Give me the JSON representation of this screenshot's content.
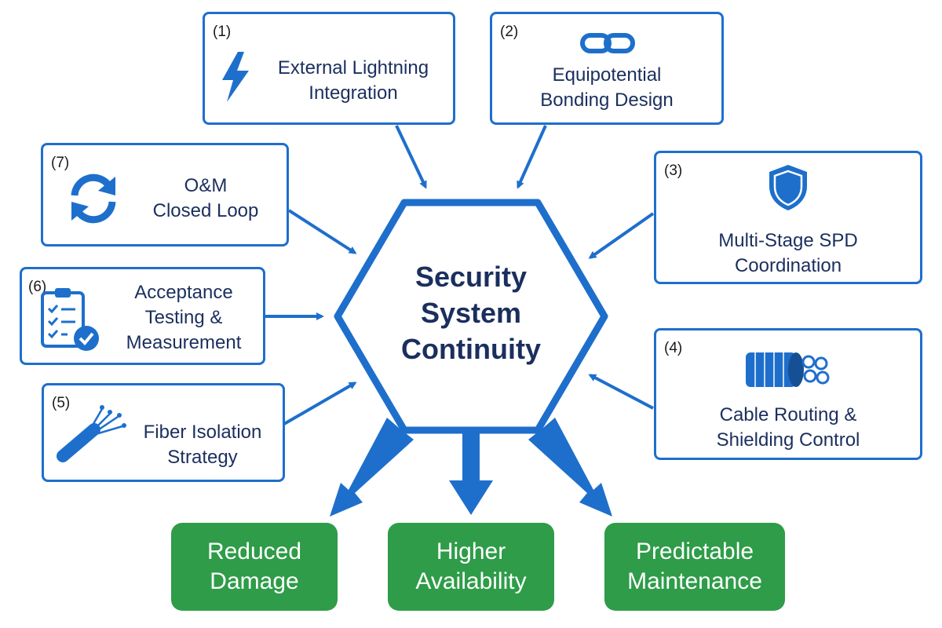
{
  "center": {
    "lines": [
      "Security",
      "System",
      "Continuity"
    ]
  },
  "factors": [
    {
      "num": "(1)",
      "lines": [
        "External Lightning",
        "Integration"
      ],
      "icon": "lightning-bolt-icon"
    },
    {
      "num": "(2)",
      "lines": [
        "Equipotential",
        "Bonding Design"
      ],
      "icon": "chain-link-icon"
    },
    {
      "num": "(3)",
      "lines": [
        "Multi-Stage SPD",
        "Coordination"
      ],
      "icon": "shield-icon"
    },
    {
      "num": "(4)",
      "lines": [
        "Cable Routing &",
        "Shielding Control"
      ],
      "icon": "shielded-cable-icon"
    },
    {
      "num": "(5)",
      "lines": [
        "Fiber Isolation",
        "Strategy"
      ],
      "icon": "fiber-optic-cable-icon"
    },
    {
      "num": "(6)",
      "lines": [
        "Acceptance",
        "Testing &",
        "Measurement"
      ],
      "icon": "checklist-clipboard-icon"
    },
    {
      "num": "(7)",
      "lines": [
        "O&M",
        "Closed Loop"
      ],
      "icon": "cycle-arrows-icon"
    }
  ],
  "outcomes": [
    {
      "lines": [
        "Reduced",
        "Damage"
      ]
    },
    {
      "lines": [
        "Higher",
        "Availability"
      ]
    },
    {
      "lines": [
        "Predictable",
        "Maintenance"
      ]
    }
  ],
  "colors": {
    "accent_blue": "#1e6fcc",
    "text_navy": "#1b2f5e",
    "outcome_green": "#2e9c48"
  }
}
